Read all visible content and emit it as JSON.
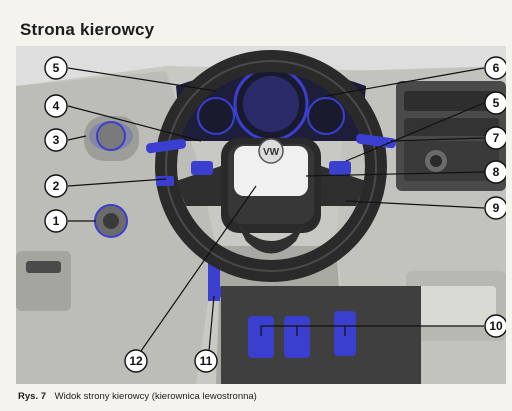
{
  "page": {
    "title": "Strona kierowcy"
  },
  "figure": {
    "caption_label": "Rys. 7",
    "caption_text": "Widok strony kierowcy (kierownica lewostronna)",
    "callouts": [
      "1",
      "2",
      "3",
      "4",
      "5",
      "6",
      "5",
      "7",
      "8",
      "9",
      "10",
      "11",
      "12"
    ],
    "accent_color": "#3b3fd0",
    "logo_text": "VW"
  }
}
